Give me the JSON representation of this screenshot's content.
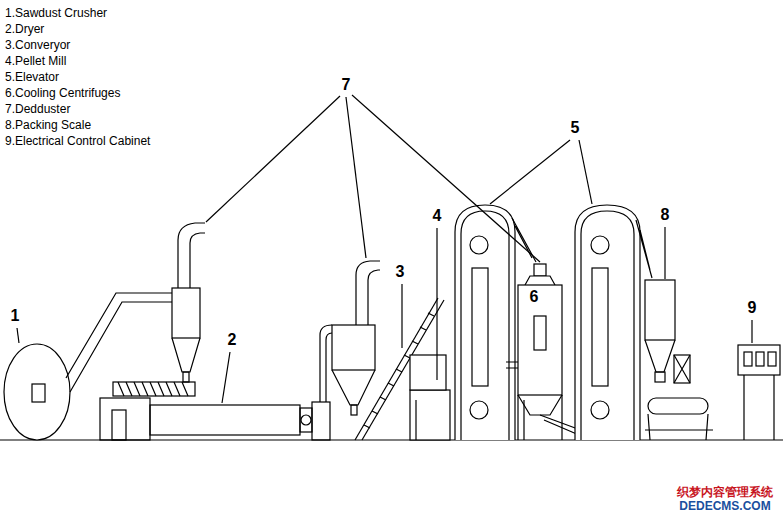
{
  "diagram": {
    "nodes": [
      {
        "text": [
          "6"
        ]
      }
    ],
    "labels": [
      "1.Sawdust Crusher",
      "2.Dryer",
      "3.Converyor",
      "4.Pellet Mill",
      "5.Elevator",
      "6.Cooling Centrifuges",
      "7.Dedduster",
      "8.Packing Scale",
      "9.Electrical Control Cabinet",
      "1",
      "7",
      "5",
      "4",
      "3",
      "2",
      "8",
      "9",
      "织梦内容管理系统",
      "DEDECMS.COM"
    ]
  }
}
